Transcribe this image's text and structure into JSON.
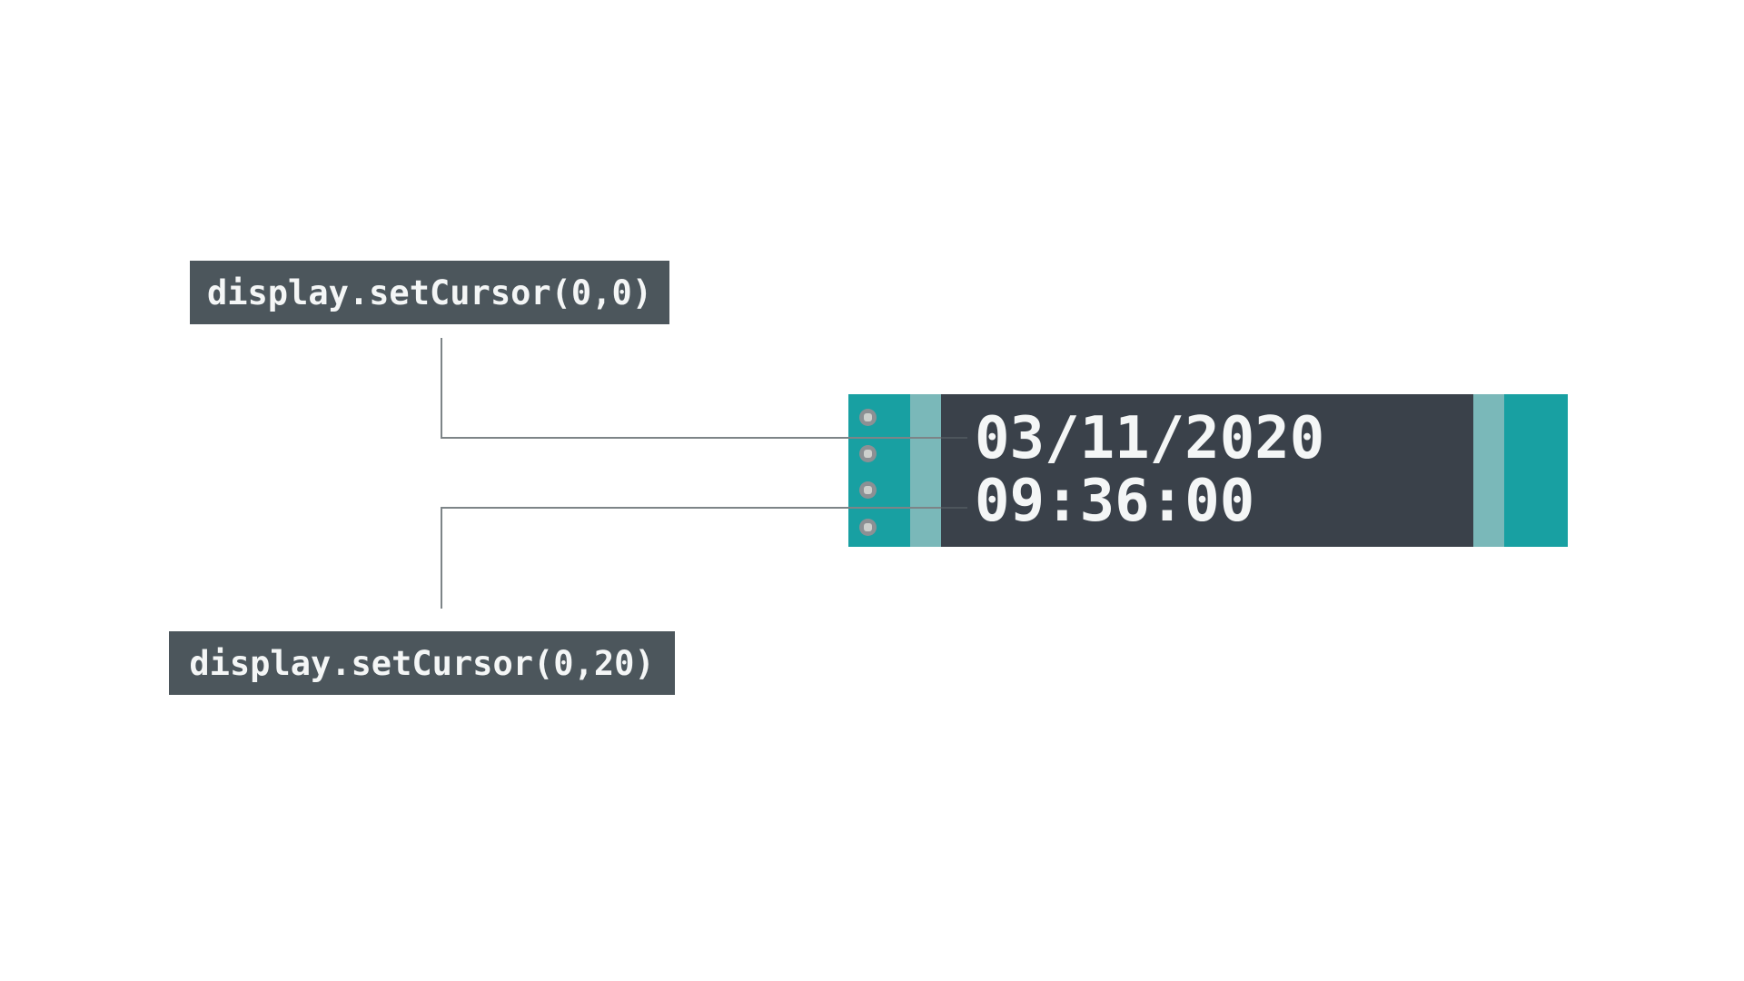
{
  "diagram": {
    "top_label": "display.setCursor(0,0)",
    "bottom_label": "display.setCursor(0,20)",
    "screen_line1": "03/11/2020",
    "screen_line2": "09:36:00"
  },
  "colors": {
    "teal": "#18a0a2",
    "teal_light": "#7ab8b9",
    "screen_bg": "#3a414a",
    "label_bg": "#4c565c",
    "connector": "#7d8487",
    "connector_faint": "#4d555c",
    "pin_outer": "#8c9094",
    "pin_inner": "#cdd0cd",
    "text": "#f4f6f6"
  }
}
